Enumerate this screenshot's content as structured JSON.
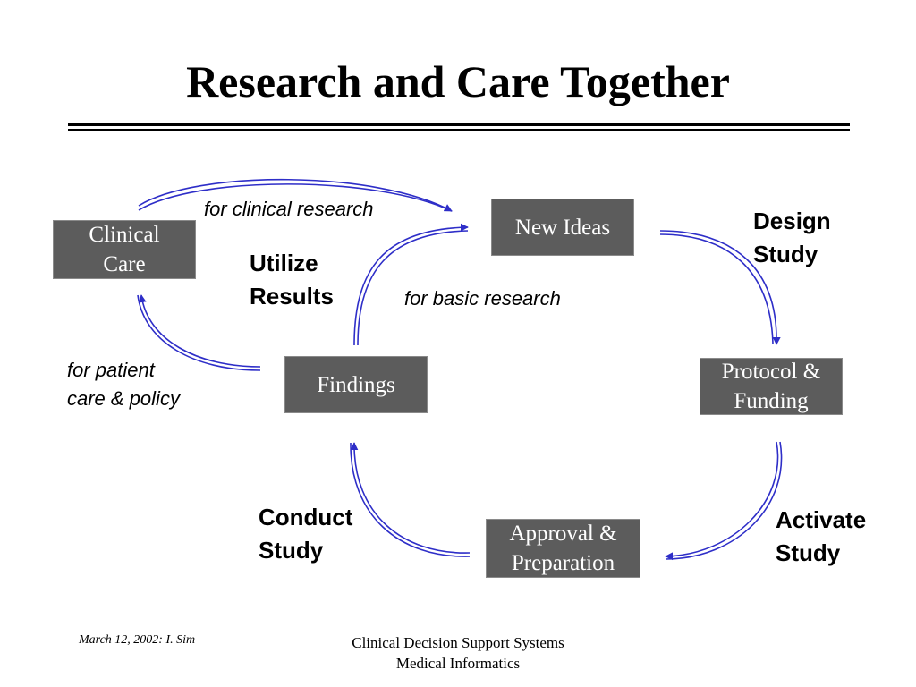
{
  "slide": {
    "title": "Research and Care Together",
    "footer_left": "March 12,  2002: I. Sim",
    "footer_center_line1": "Clinical Decision Support Systems",
    "footer_center_line2": "Medical Informatics"
  },
  "nodes": {
    "clinical_care": {
      "line1": "Clinical",
      "line2": "Care"
    },
    "new_ideas": {
      "line1": "New Ideas"
    },
    "protocol_funding": {
      "line1": "Protocol &",
      "line2": "Funding"
    },
    "approval_preparation": {
      "line1": "Approval &",
      "line2": "Preparation"
    },
    "findings": {
      "line1": "Findings"
    }
  },
  "step_labels": {
    "design_study": {
      "line1": "Design",
      "line2": "Study"
    },
    "activate_study": {
      "line1": "Activate",
      "line2": "Study"
    },
    "conduct_study": {
      "line1": "Conduct",
      "line2": "Study"
    },
    "utilize_results": {
      "line1": "Utilize",
      "line2": "Results"
    }
  },
  "flow_labels": {
    "clinical_research": "for clinical research",
    "basic_research": "for basic research",
    "patient_care_line1": "for patient",
    "patient_care_line2": "care & policy"
  },
  "colors": {
    "box_fill": "#5c5c5c",
    "box_text": "#ffffff",
    "arrow": "#2e2ec8"
  }
}
